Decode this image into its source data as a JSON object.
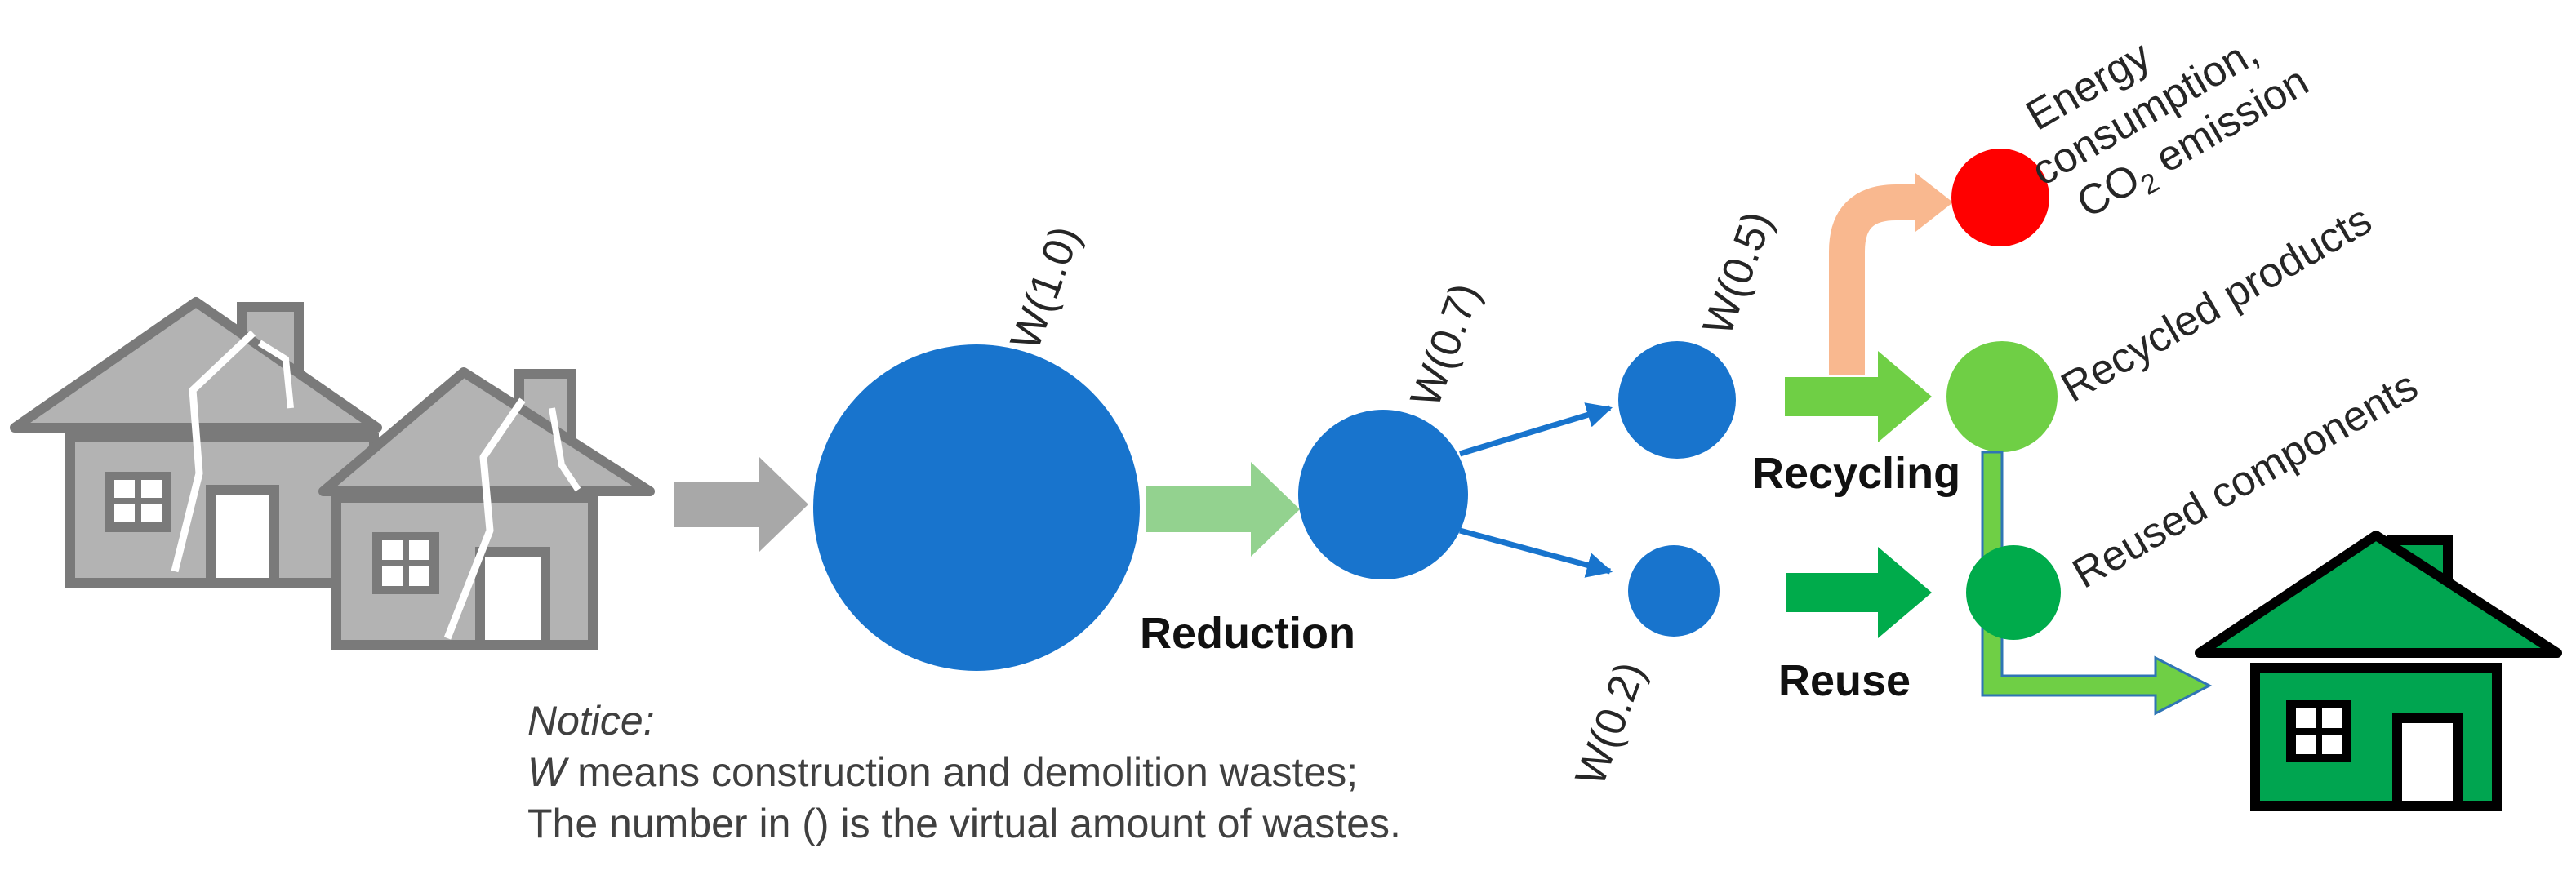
{
  "colors": {
    "waste_blue": "#1874cd",
    "house_grey_fill": "#b3b3b3",
    "house_grey_stroke": "#7a7a7a",
    "arrow_grey": "#a8a8a8",
    "arrow_light_green": "#93d28f",
    "arrow_bright_green": "#6fcf45",
    "arrow_dark_green": "#00ab4b",
    "arrow_orange": "#f9b88f",
    "energy_red": "#ff0000",
    "recycled_green": "#6fcf45",
    "reused_green": "#00ab4b",
    "new_house_green": "#00a550"
  },
  "nodes": {
    "w_total": "W(1.0)",
    "w_after_reduction": "W(0.7)",
    "w_recycle": "W(0.5)",
    "w_reuse": "W(0.2)"
  },
  "steps": {
    "reduction": "Reduction",
    "recycling": "Recycling",
    "reuse": "Reuse"
  },
  "outputs": {
    "energy_line1": "Energy",
    "energy_line2": "consumption,",
    "energy_line3_a": "CO",
    "energy_line3_sub": "2",
    "energy_line3_b": " emission",
    "recycled_products": "Recycled products",
    "reused_components": "Reused components"
  },
  "notice": {
    "heading": "Notice:",
    "w_symbol": "W",
    "line1_rest": " means construction and demolition wastes;",
    "line2": "The number in () is the virtual amount of wastes."
  },
  "icons": {
    "old_houses": "demolished-houses-icon",
    "new_house": "new-house-icon"
  }
}
